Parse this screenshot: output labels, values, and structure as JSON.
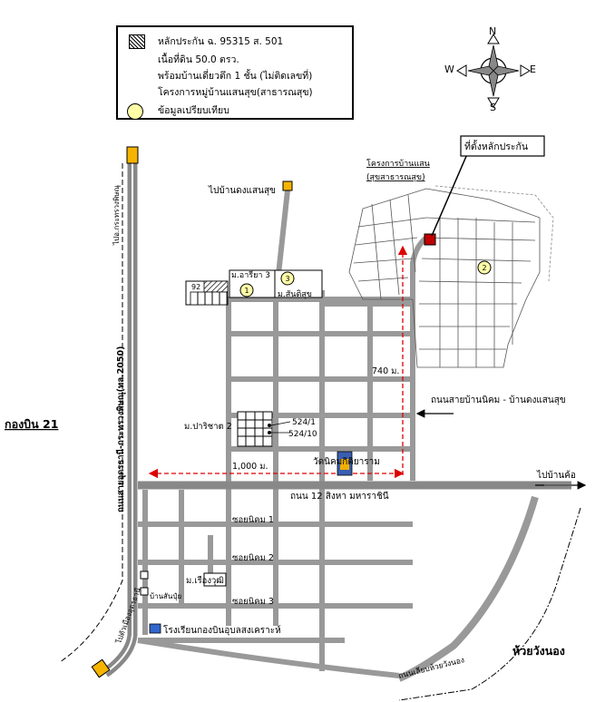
{
  "legend": {
    "items": [
      {
        "icon": "hatched-square-icon",
        "text": "หลักประกัน ฉ. 95315 ส. 501"
      },
      {
        "icon": "",
        "text": "เนื้อที่ดิน 50.0 ตรว."
      },
      {
        "icon": "",
        "text": "พร้อมบ้านเดี่ยวตึก 1 ชั้น (ไม่ติดเลขที่)"
      },
      {
        "icon": "",
        "text": "โครงการหมู่บ้านแสนสุข(สาธารณสุข)"
      },
      {
        "icon": "yellow-circle-icon",
        "text": "ข้อมูลเปรียบเทียบ"
      }
    ]
  },
  "compass": {
    "n": "N",
    "s": "S",
    "e": "E",
    "w": "W"
  },
  "labels": {
    "collateral_location": "ที่ตั้งหลักประกัน",
    "project_line1": "โครงการบ้านแสน",
    "project_line2": "(สุขสาธารณสุข)",
    "to_dong_saen_suk": "ไปบ้านดงแสนสุข",
    "moo_ariya3": "ม.อารียา 3",
    "moo_santisuk": "ม.สันติสุข",
    "no92": "92",
    "dist_740": "740 ม.",
    "road_nikom_dongsaensuk": "ถนนสายบ้านนิคม - บ้านดงแสนสุข",
    "moo_parichat2": "ม.ปาริชาต 2",
    "no524_1": "524/1",
    "no524_10": "524/10",
    "wat": "วัดนิคมกิติยาราม",
    "dist_1000": "1,000 ม.",
    "to_ban_kho": "ไปบ้านค้อ",
    "road12": "ถนน 12 สิงหา มหาราชินี",
    "soi1": "ซอยนิคม 1",
    "soi2": "ซอยนิคม 2",
    "soi3": "ซอยนิคม 3",
    "moo_ruangwut": "ม.เรืองวุฒิ",
    "ban_sanpui": "บ้านสันปุ๋ย",
    "school": "โรงเรียนกองบินอุบลสงเคราะห์",
    "wing21": "กองบิน 21",
    "main_road": "ถนนสายอุดรธานี-กระทรวงพิษณุ(ทล.2050)",
    "to_district": "ไปอ.กระทรวงพิษณุ",
    "to_udon": "ไปตัวเมืองอุดรธานี",
    "huai_wang_nong": "ห้วยวังนอง",
    "road_huai": "ถนนเลียบห้วยวังนอง",
    "circle1": "1",
    "circle2": "2",
    "circle3": "3"
  }
}
